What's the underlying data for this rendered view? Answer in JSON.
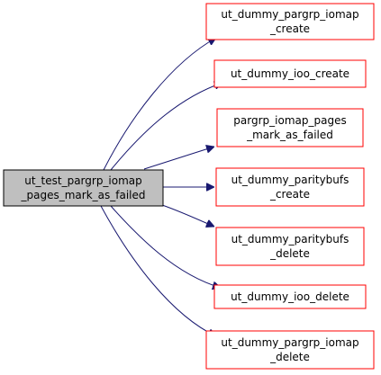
{
  "colors": {
    "root_fill": "#bfbfbf",
    "root_stroke": "#000000",
    "callee_stroke": "#ff0000",
    "edge": "#191970",
    "background": "#ffffff"
  },
  "graph": {
    "root": {
      "lines": [
        "ut_test_pargrp_iomap",
        "_pages_mark_as_failed"
      ]
    },
    "callees": [
      {
        "id": "n1",
        "lines": [
          "ut_dummy_pargrp_iomap",
          "_create"
        ]
      },
      {
        "id": "n2",
        "lines": [
          "ut_dummy_ioo_create"
        ]
      },
      {
        "id": "n3",
        "lines": [
          "pargrp_iomap_pages",
          "_mark_as_failed"
        ]
      },
      {
        "id": "n4",
        "lines": [
          "ut_dummy_paritybufs",
          "_create"
        ]
      },
      {
        "id": "n5",
        "lines": [
          "ut_dummy_paritybufs",
          "_delete"
        ]
      },
      {
        "id": "n6",
        "lines": [
          "ut_dummy_ioo_delete"
        ]
      },
      {
        "id": "n7",
        "lines": [
          "ut_dummy_pargrp_iomap",
          "_delete"
        ]
      }
    ]
  }
}
